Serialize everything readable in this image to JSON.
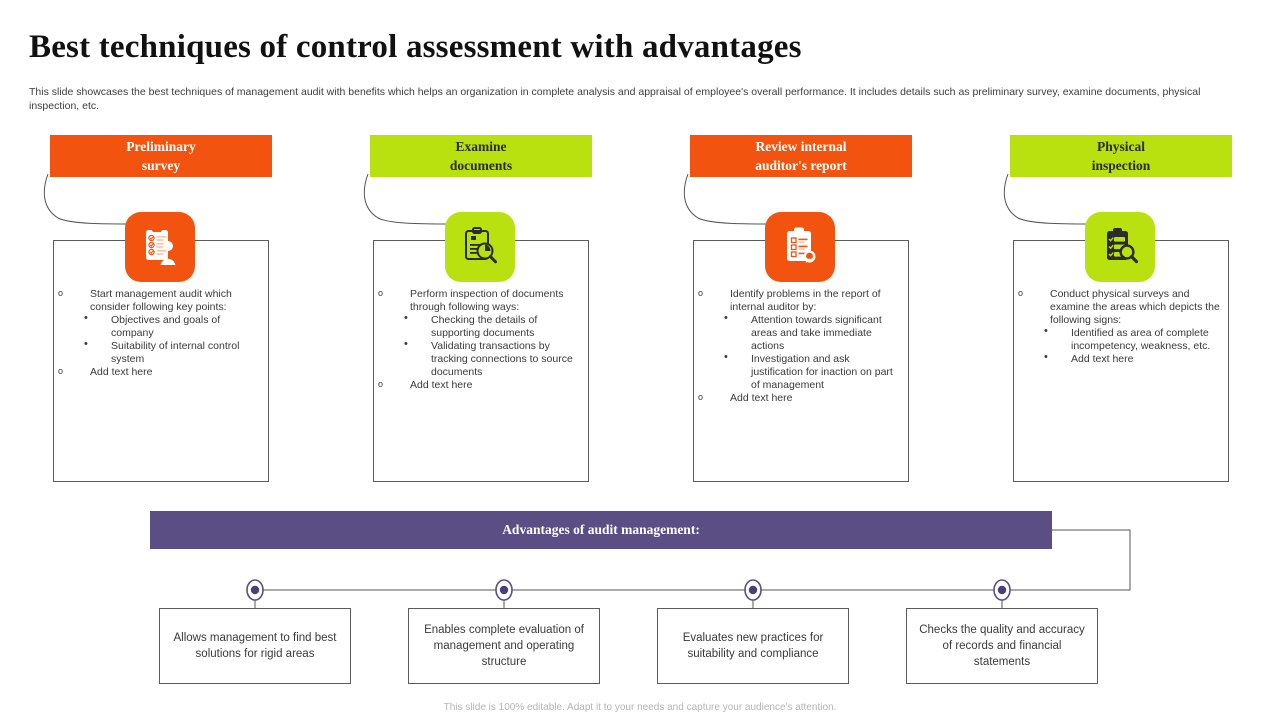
{
  "slide": {
    "title": "Best techniques of control assessment with advantages",
    "subtitle": "This slide showcases the best techniques of management audit with benefits which helps an organization in complete analysis and appraisal of employee's overall performance. It includes details such as preliminary survey, examine documents, physical inspection, etc.",
    "footer": "This slide is 100% editable. Adapt it to your needs and capture your audience's attention."
  },
  "colors": {
    "orange": "#F2540F",
    "green": "#B9E00F",
    "purple": "#5A4E85",
    "outline": "#5B5B5B",
    "text": "#3A3A3A"
  },
  "columns": [
    {
      "header_line1": "Preliminary",
      "header_line2": "survey",
      "accent": "#F2540F",
      "header_text_color": "#FFFFFF",
      "icon": "clipboard-person-icon",
      "icon_color": "#FFFFFF",
      "bullets": [
        {
          "level": 1,
          "text": "Start management audit which consider following key points:"
        },
        {
          "level": 2,
          "text": "Objectives and goals of company"
        },
        {
          "level": 2,
          "text": "Suitability of internal control system"
        },
        {
          "level": 1,
          "text": "Add text here"
        }
      ]
    },
    {
      "header_line1": "Examine",
      "header_line2": "documents",
      "accent": "#B9E00F",
      "header_text_color": "#2B2B2B",
      "icon": "clipboard-chart-magnifier-icon",
      "icon_color": "#2B2B2B",
      "bullets": [
        {
          "level": 1,
          "text": "Perform inspection of documents through following ways:"
        },
        {
          "level": 2,
          "text": "Checking the details of supporting documents"
        },
        {
          "level": 2,
          "text": "Validating transactions by tracking connections to source documents"
        },
        {
          "level": 1,
          "text": "Add text here"
        }
      ]
    },
    {
      "header_line1": "Review internal",
      "header_line2": "auditor's report",
      "accent": "#F2540F",
      "header_text_color": "#FFFFFF",
      "icon": "clipboard-checklist-badge-icon",
      "icon_color": "#FFFFFF",
      "bullets": [
        {
          "level": 1,
          "text": "Identify problems in the report of internal auditor by:"
        },
        {
          "level": 2,
          "text": "Attention towards significant areas and take immediate actions"
        },
        {
          "level": 2,
          "text": "Investigation and ask justification for inaction on part of management"
        },
        {
          "level": 1,
          "text": "Add text here"
        }
      ]
    },
    {
      "header_line1": "Physical",
      "header_line2": "inspection",
      "accent": "#B9E00F",
      "header_text_color": "#2B2B2B",
      "icon": "clipboard-check-magnifier-icon",
      "icon_color": "#2B2B2B",
      "bullets": [
        {
          "level": 1,
          "text": "Conduct physical surveys and examine the areas which depicts the following signs:"
        },
        {
          "level": 2,
          "text": "Identified as area of complete incompetency, weakness, etc."
        },
        {
          "level": 2,
          "text": "Add text here"
        }
      ]
    }
  ],
  "advantages": {
    "banner_label": "Advantages of audit management:",
    "items": [
      "Allows management to find best solutions for rigid areas",
      "Enables complete evaluation of management and operating structure",
      "Evaluates new practices for suitability and compliance",
      "Checks the quality and accuracy of records and financial statements"
    ]
  }
}
